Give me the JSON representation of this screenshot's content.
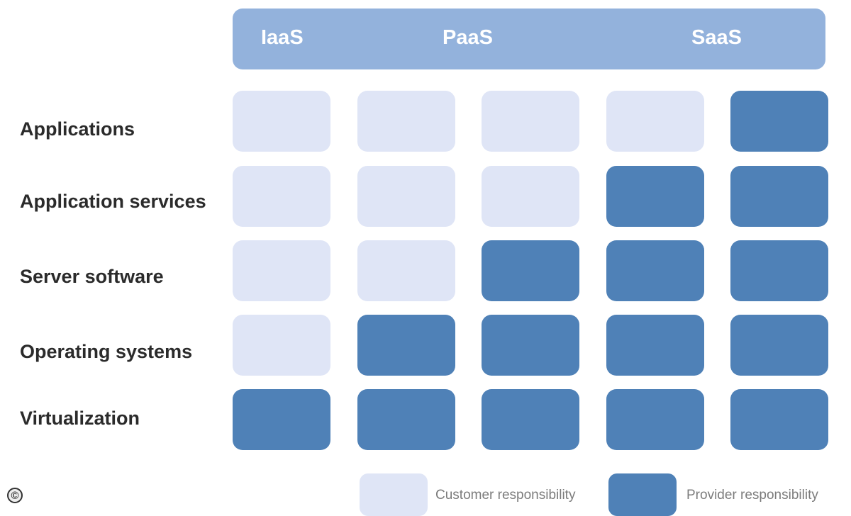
{
  "header": {
    "models": [
      "IaaS",
      "PaaS",
      "SaaS"
    ]
  },
  "rows": [
    {
      "label": "Applications",
      "cells": [
        "customer",
        "customer",
        "customer",
        "customer",
        "provider"
      ]
    },
    {
      "label": "Application services",
      "cells": [
        "customer",
        "customer",
        "customer",
        "provider",
        "provider"
      ]
    },
    {
      "label": "Server software",
      "cells": [
        "customer",
        "customer",
        "provider",
        "provider",
        "provider"
      ]
    },
    {
      "label": "Operating systems",
      "cells": [
        "customer",
        "provider",
        "provider",
        "provider",
        "provider"
      ]
    },
    {
      "label": "Virtualization",
      "cells": [
        "provider",
        "provider",
        "provider",
        "provider",
        "provider"
      ]
    }
  ],
  "legend": {
    "customer": "Customer responsibility",
    "provider": "Provider responsibility"
  },
  "colors": {
    "header": "#93b2dc",
    "customer": "#dfe5f6",
    "provider": "#4f81b7"
  },
  "icons": {
    "copyright": "©"
  }
}
